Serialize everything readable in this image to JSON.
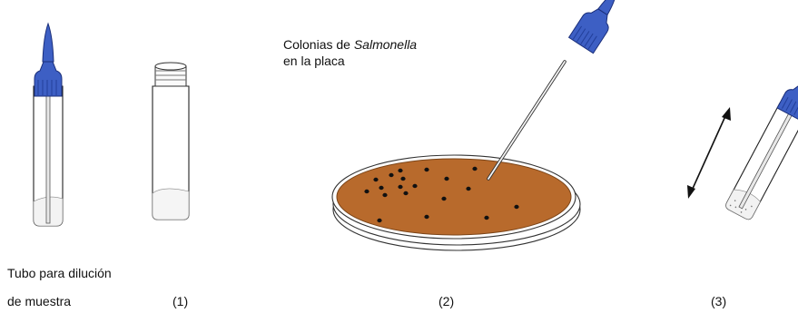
{
  "labels": {
    "colonias_prefix": "Colonias de ",
    "colonias_italic": "Salmonella",
    "en_la_placa": "en la placa",
    "tubo_line1": "Tubo para dilución",
    "tubo_line2": "de muestra"
  },
  "steps": [
    "(1)",
    "(2)",
    "(3)"
  ],
  "colors": {
    "cap_blue": "#3d5fc4",
    "cap_dark": "#223f9a",
    "agar": "#b86a2c",
    "colony": "#111111"
  }
}
